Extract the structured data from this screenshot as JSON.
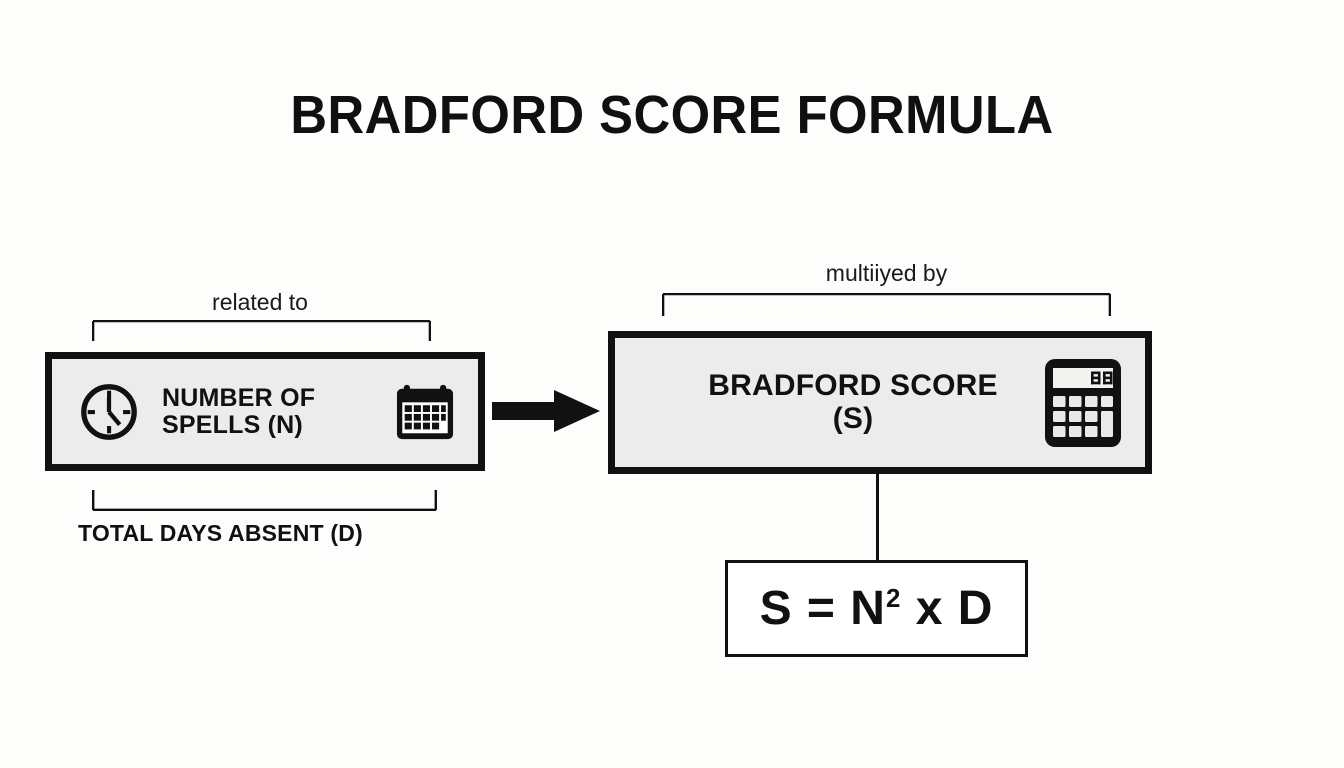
{
  "title": "BRADFORD SCORE FORMULA",
  "boxes": {
    "spells": {
      "label_line1": "NUMBER OF",
      "label_line2": "SPELLS (N)",
      "clock_icon": "clock-icon",
      "calendar_icon": "calendar-icon"
    },
    "score": {
      "label_line1": "BRADFORD SCORE",
      "label_line2": "(S)",
      "calculator_icon": "calculator-icon",
      "calculator_display": "88"
    }
  },
  "brackets": {
    "related_to": "related to",
    "multiplied_by": "multiiyed by",
    "total_days_absent": "TOTAL DAYS ABSENT (D)"
  },
  "formula": {
    "left": "S = N",
    "exponent": "2",
    "right": " x D",
    "full": "S = N2 x D"
  },
  "arrow": "arrow-right-icon",
  "colors": {
    "background": "#fdfdfc",
    "box_fill": "#ececec",
    "stroke": "#111111",
    "formula_fill": "#ffffff"
  }
}
